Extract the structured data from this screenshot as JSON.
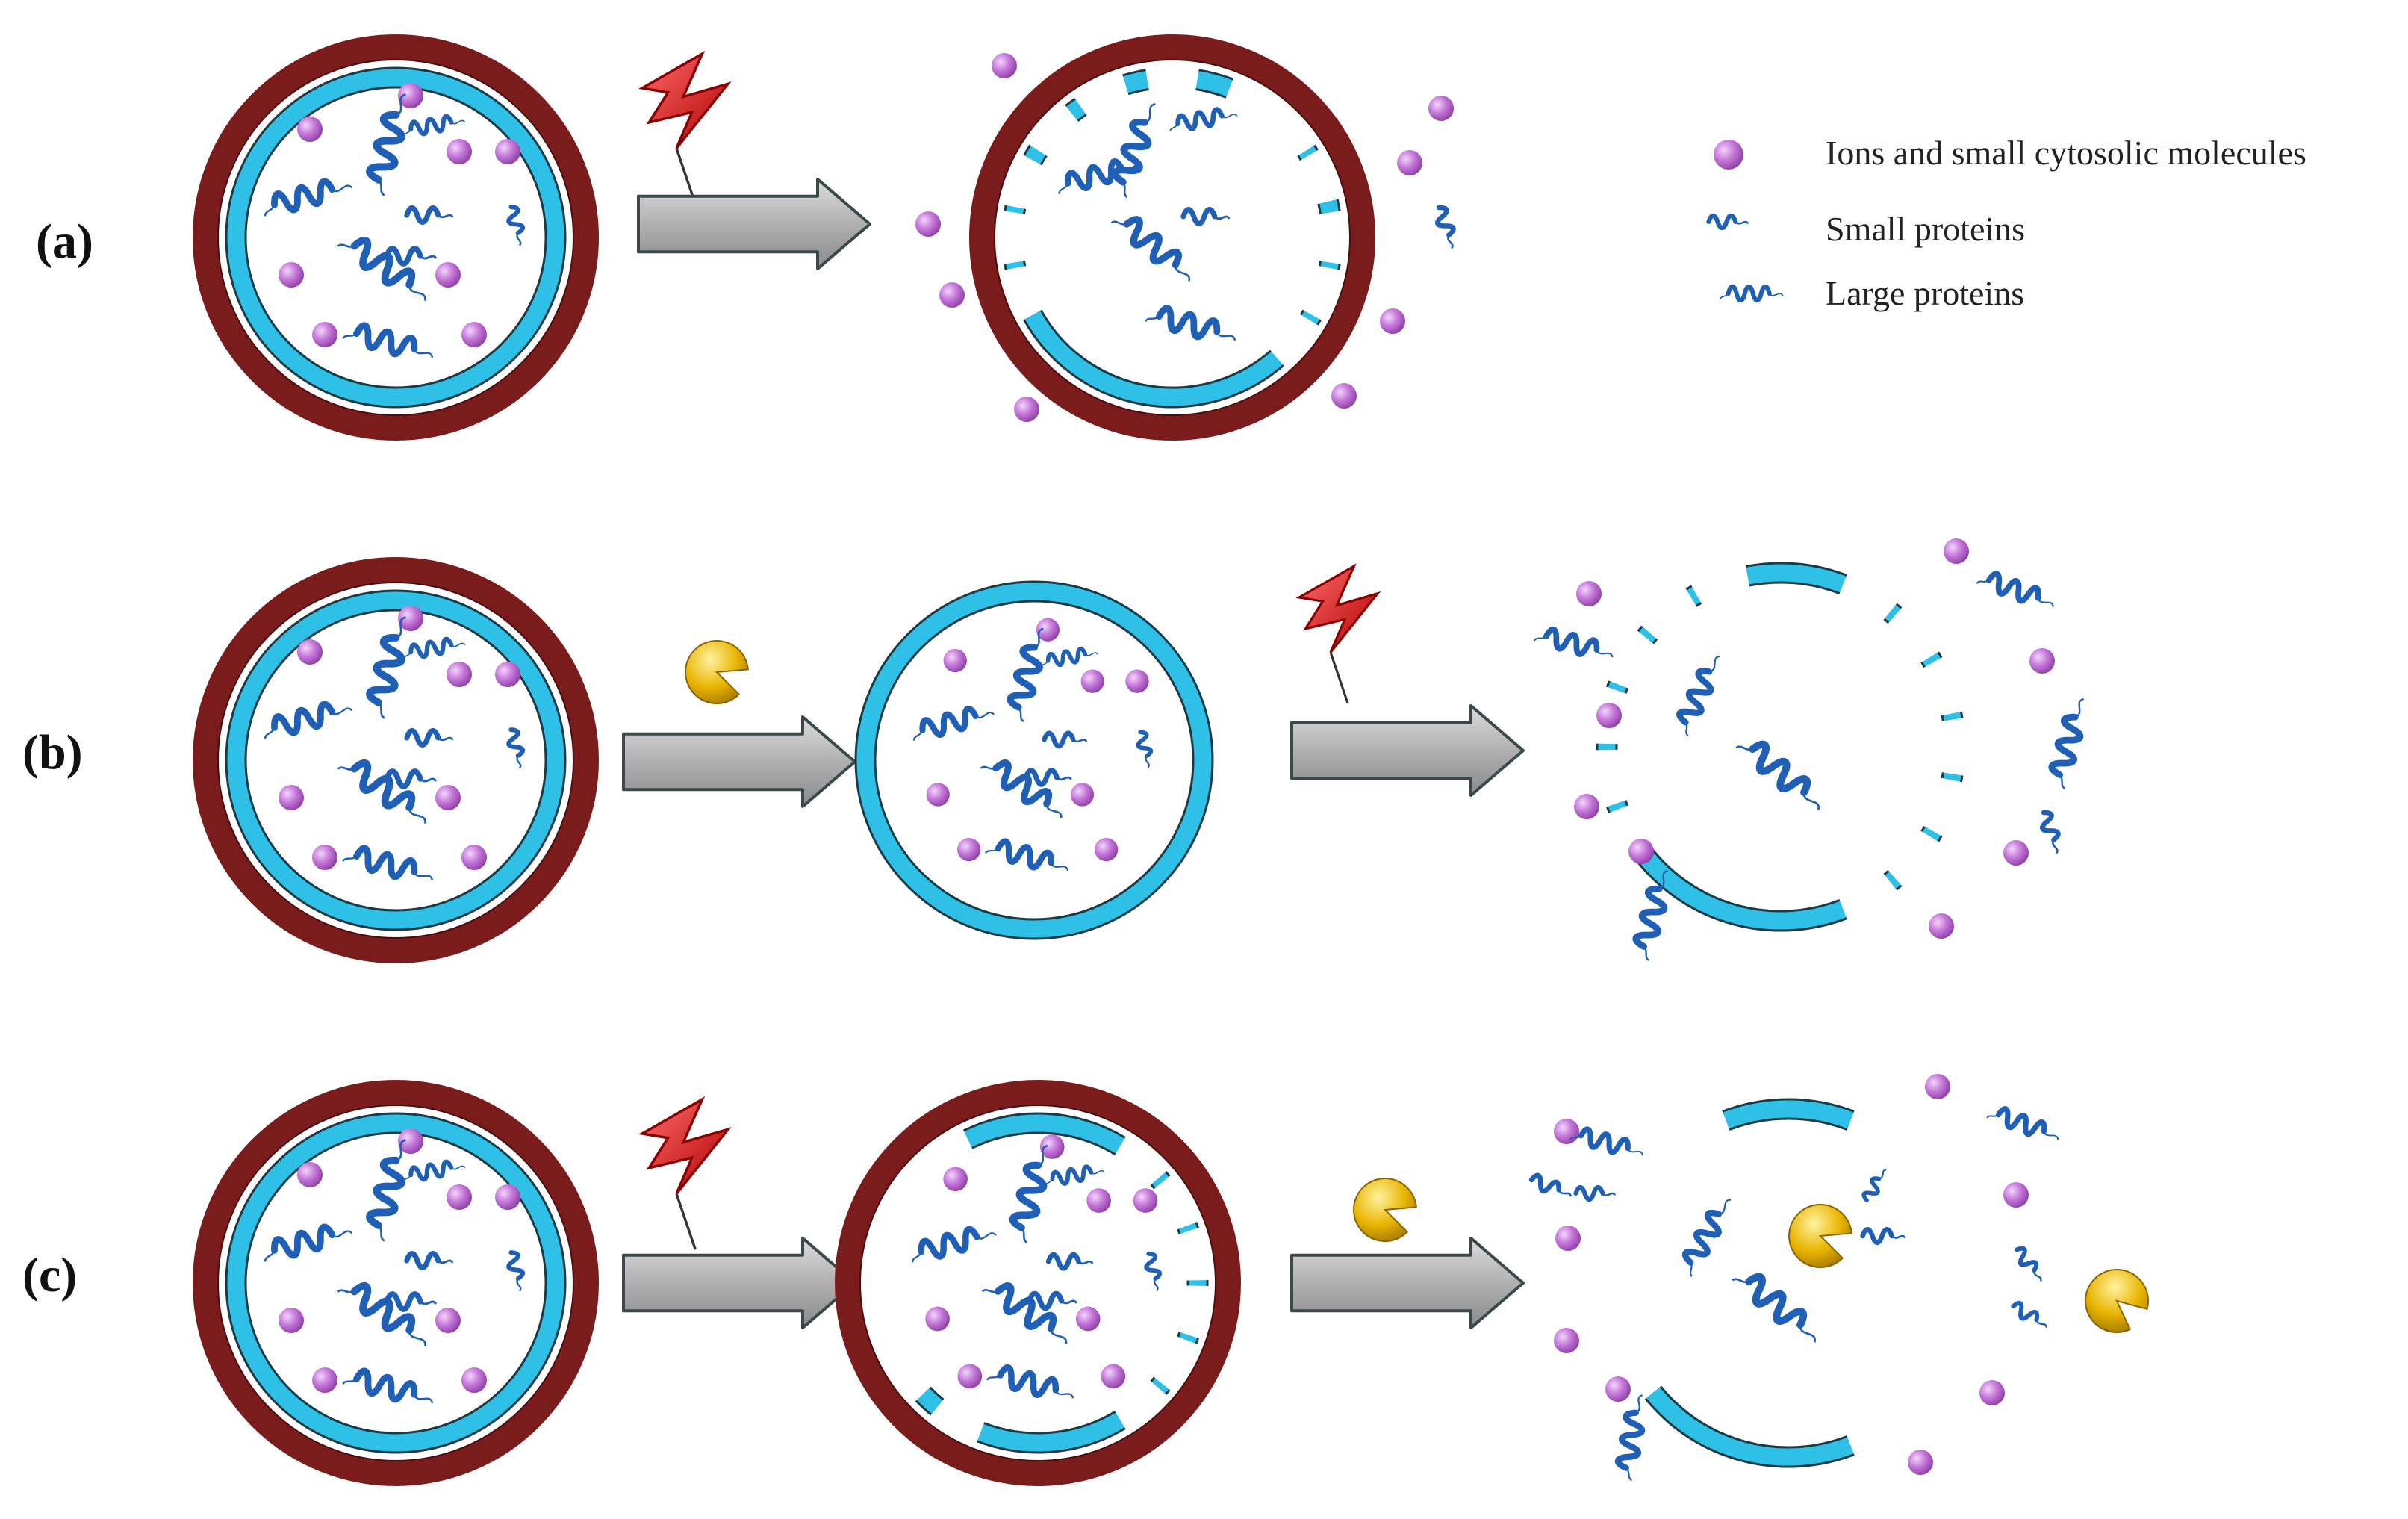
{
  "rows": [
    {
      "label": "(a)"
    },
    {
      "label": "(b)"
    },
    {
      "label": "(c)"
    }
  ],
  "legend": {
    "ions": "Ions and small cytosolic molecules",
    "small_proteins": "Small proteins",
    "large_proteins": "Large  proteins"
  },
  "colors": {
    "cell_wall": "#7a1c1c",
    "membrane": "#2ec0e6",
    "ion": "#c577d9",
    "protein": "#1f5fb5",
    "bolt": "#e01010",
    "arrow": "#b0b0b0",
    "enzyme": "#e8b400"
  },
  "icons": [
    "ion-particle",
    "small-protein-icon",
    "large-protein-icon",
    "lightning-bolt-icon",
    "enzyme-pacman-icon",
    "process-arrow-icon"
  ]
}
